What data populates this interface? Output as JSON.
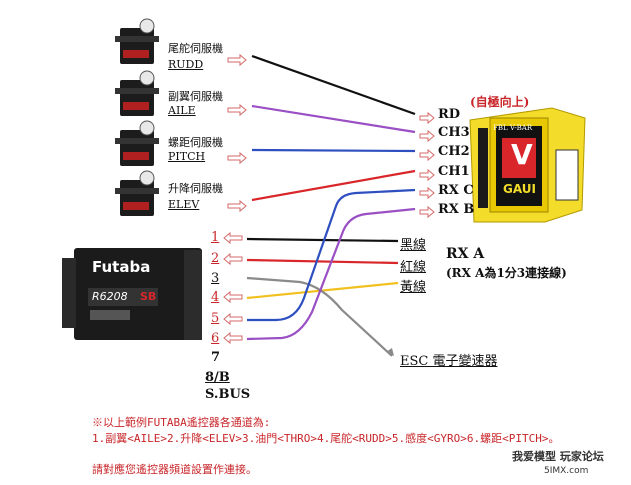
{
  "servos": [
    {
      "name": "尾舵伺服機",
      "code": "RUDD"
    },
    {
      "name": "副翼伺服機",
      "code": "AILE"
    },
    {
      "name": "螺距伺服機",
      "code": "PITCH"
    },
    {
      "name": "升降伺服機",
      "code": "ELEV"
    }
  ],
  "flybarless": {
    "header": "(自極向上)",
    "logo_letter": "V",
    "logo_brand": "GAUI",
    "model_text": "FBL V-BAR",
    "ports": [
      "RD",
      "CH3",
      "CH2",
      "CH1",
      "RX C",
      "RX B"
    ]
  },
  "receiver": {
    "brand": "Futaba",
    "model": "R6208",
    "suffix": "SB",
    "channels": [
      "1",
      "2",
      "3",
      "4",
      "5",
      "6",
      "7",
      "8/B",
      "S.BUS"
    ]
  },
  "wires": {
    "black": "黑線",
    "red": "紅線",
    "yellow": "黃線",
    "rxa": "RX A",
    "rxa_note": "(RX A為1分3連接線)",
    "esc": "ESC 電子變速器"
  },
  "notes": {
    "line1": "※以上範例FUTABA遙控器各通道為:",
    "line2": "1.副翼<AILE>2.升降<ELEV>3.油門<THRO>4.尾舵<RUDD>5.感度<GYRO>6.螺距<PITCH>。",
    "line3": "請對應您遙控器頻道設置作連接。"
  },
  "watermark": {
    "text": "我爱模型 玩家论坛",
    "url": "5IMX.com"
  },
  "colors": {
    "black_wire": "#111111",
    "purple_wire": "#9a4fc4",
    "blue_wire": "#2e4fc0",
    "red_wire": "#d9262a",
    "gray_wire": "#8a8a8a",
    "yellow_wire": "#f2c01e",
    "fbl_body": "#f3dc2a",
    "note_red": "#c8262a"
  }
}
